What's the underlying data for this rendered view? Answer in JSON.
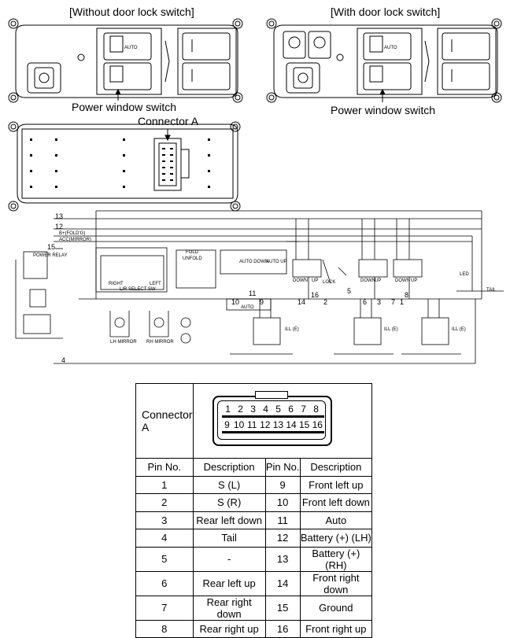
{
  "top_left_title": "[Without door lock switch]",
  "top_right_title": "[With door lock switch]",
  "left_callout": "Power window switch",
  "right_callout": "Power window switch",
  "connector_callout": "Connector A",
  "switch_text": {
    "auto": "AUTO"
  },
  "wire_numbers": {
    "w13": "13",
    "w12": "12",
    "w15": "15",
    "w4": "4",
    "w10": "10",
    "w11": "11",
    "w9": "9",
    "w14": "14",
    "w16": "16",
    "w2": "2",
    "w6": "6",
    "w3": "3",
    "w7": "7",
    "w1": "1",
    "w8": "8",
    "w5": "5"
  },
  "wire_labels": {
    "bfold": "B+(FOLD'G)",
    "acc": "ACC(MIRROR)",
    "down": "DOWN",
    "up": "UP",
    "auto_dn": "AUTO DOWN",
    "auto_up": "AUTO UP",
    "lock": "LOCK",
    "fold": "FOLD",
    "unfold": "UNFOLD",
    "lh_mirror": "LH MIRROR",
    "rh_mirror": "RH MIRROR",
    "auto_box": "AUTO",
    "ill": "ILL (E)",
    "led": "LED",
    "tail": "TAIL",
    "left": "LEFT",
    "right": "RIGHT",
    "select": "L/R SELECT SW",
    "power_relay": "POWER RELAY"
  },
  "table": {
    "connector_label": "Connector A",
    "headers": [
      "Pin No.",
      "Description",
      "Pin No.",
      "Description"
    ],
    "connector_top_pins": [
      "1",
      "2",
      "3",
      "4",
      "5",
      "6",
      "7",
      "8"
    ],
    "connector_bottom_pins": [
      "9",
      "10",
      "11",
      "12",
      "13",
      "14",
      "15",
      "16"
    ],
    "rows": [
      [
        "1",
        "S (L)",
        "9",
        "Front left up"
      ],
      [
        "2",
        "S (R)",
        "10",
        "Front left down"
      ],
      [
        "3",
        "Rear left down",
        "11",
        "Auto"
      ],
      [
        "4",
        "Tail",
        "12",
        "Battery (+) (LH)"
      ],
      [
        "5",
        "-",
        "13",
        "Battery (+) (RH)"
      ],
      [
        "6",
        "Rear left up",
        "14",
        "Front right down"
      ],
      [
        "7",
        "Rear right down",
        "15",
        "Ground"
      ],
      [
        "8",
        "Rear right up",
        "16",
        "Front right up"
      ]
    ]
  }
}
